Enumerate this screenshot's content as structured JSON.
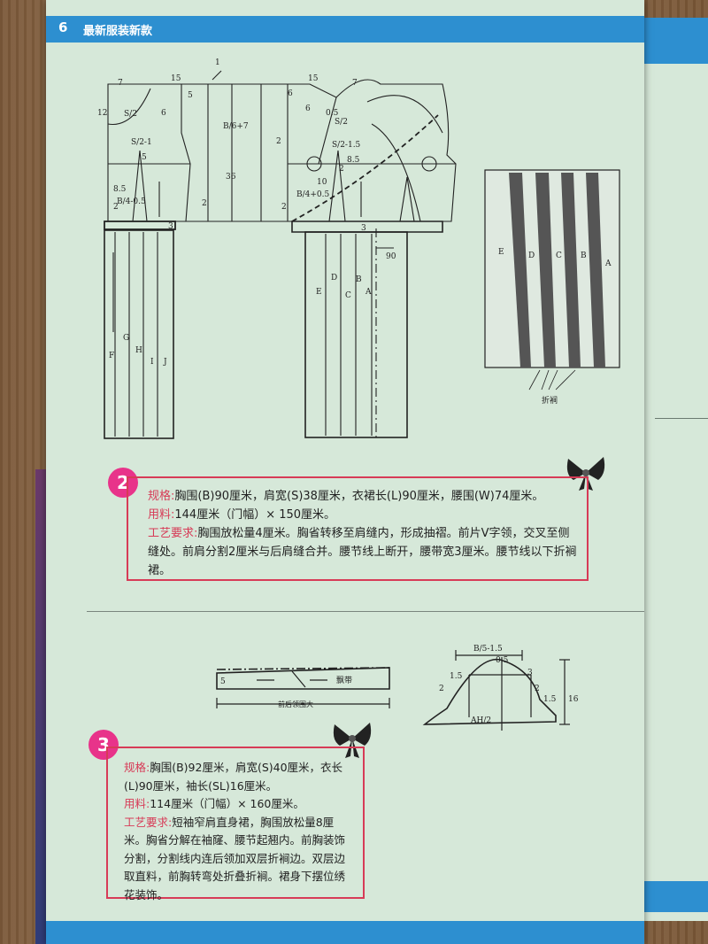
{
  "header": {
    "page_number": "6",
    "title": "最新服装新款"
  },
  "diagram1": {
    "labels": {
      "top_1": "1",
      "top_15_left": "15",
      "top_7_left": "7",
      "n12": "12",
      "s2_left": "S/2",
      "n6_left": "6",
      "n5_left": "5",
      "b6_7": "B/6+7",
      "s2_1_left": "S/2-1",
      "n5b_left": "5",
      "n8_5_left": "8.5",
      "b4_minus": "B/4-0.5",
      "n36": "36",
      "n2_a": "2",
      "n2_b": "2",
      "n3_left": "3",
      "top_6_right": "6",
      "top_15_right": "15",
      "top_7_right": "7",
      "n6_right": "6",
      "n0_5_right": "0.5",
      "s2_right": "S/2",
      "n2_right_a": "2",
      "s2_1_5": "S/2-1.5",
      "n8_5_right": "8.5",
      "n2_right_b": "2",
      "n10": "10",
      "b4_plus": "B/4+0.5",
      "n2_right_c": "2",
      "n3_right": "3",
      "n90": "90"
    },
    "skirt_left_letters": [
      "F",
      "G",
      "H",
      "I",
      "J"
    ],
    "skirt_right_letters": [
      "E",
      "D",
      "C",
      "B",
      "A"
    ],
    "pleat_letters": [
      "E",
      "D",
      "C",
      "B",
      "A"
    ],
    "pleat_label": "折裥"
  },
  "section2": {
    "number": "2",
    "spec_label": "规格:",
    "spec_text": "胸围(B)90厘米，肩宽(S)38厘米，衣裙长(L)90厘米，腰围(W)74厘米。",
    "material_label": "用料:",
    "material_text": "144厘米（门幅）× 150厘米。",
    "process_label": "工艺要求:",
    "process_text": "胸围放松量4厘米。胸省转移至肩缝内，形成抽褶。前片V字领，交叉至侧缝处。前肩分割2厘米与后肩缝合并。腰节线上断开，腰带宽3厘米。腰节线以下折裥裙。"
  },
  "diagram2": {
    "ribbon_label": "飘带",
    "ribbon_5": "5",
    "collar_label": "前后领围大",
    "sleeve_top": "B/5-1.5",
    "sleeve_0_5": "0.5",
    "sleeve_1_5_left": "1.5",
    "sleeve_3": "3",
    "sleeve_2_left": "2",
    "sleeve_2_right": "2",
    "sleeve_1_5_right": "1.5",
    "sleeve_16": "16",
    "sleeve_ah2": "AH/2"
  },
  "section3": {
    "number": "3",
    "spec_label": "规格:",
    "spec_text": "胸围(B)92厘米，肩宽(S)40厘米，衣长(L)90厘米，袖长(SL)16厘米。",
    "material_label": "用料:",
    "material_text": "114厘米（门幅）× 160厘米。",
    "process_label": "工艺要求:",
    "process_text": "短袖窄肩直身裙，胸围放松量8厘米。胸省分解在袖窿、腰节起翘内。前胸装饰分割，分割线内连后领加双层折裥边。双层边取直料，前胸转弯处折叠折裥。裙身下摆位绣花装饰。"
  },
  "colors": {
    "accent_blue": "#2d8fd0",
    "badge_pink": "#e8338a",
    "box_red": "#d73b57",
    "page_bg": "#d6e8d9"
  }
}
